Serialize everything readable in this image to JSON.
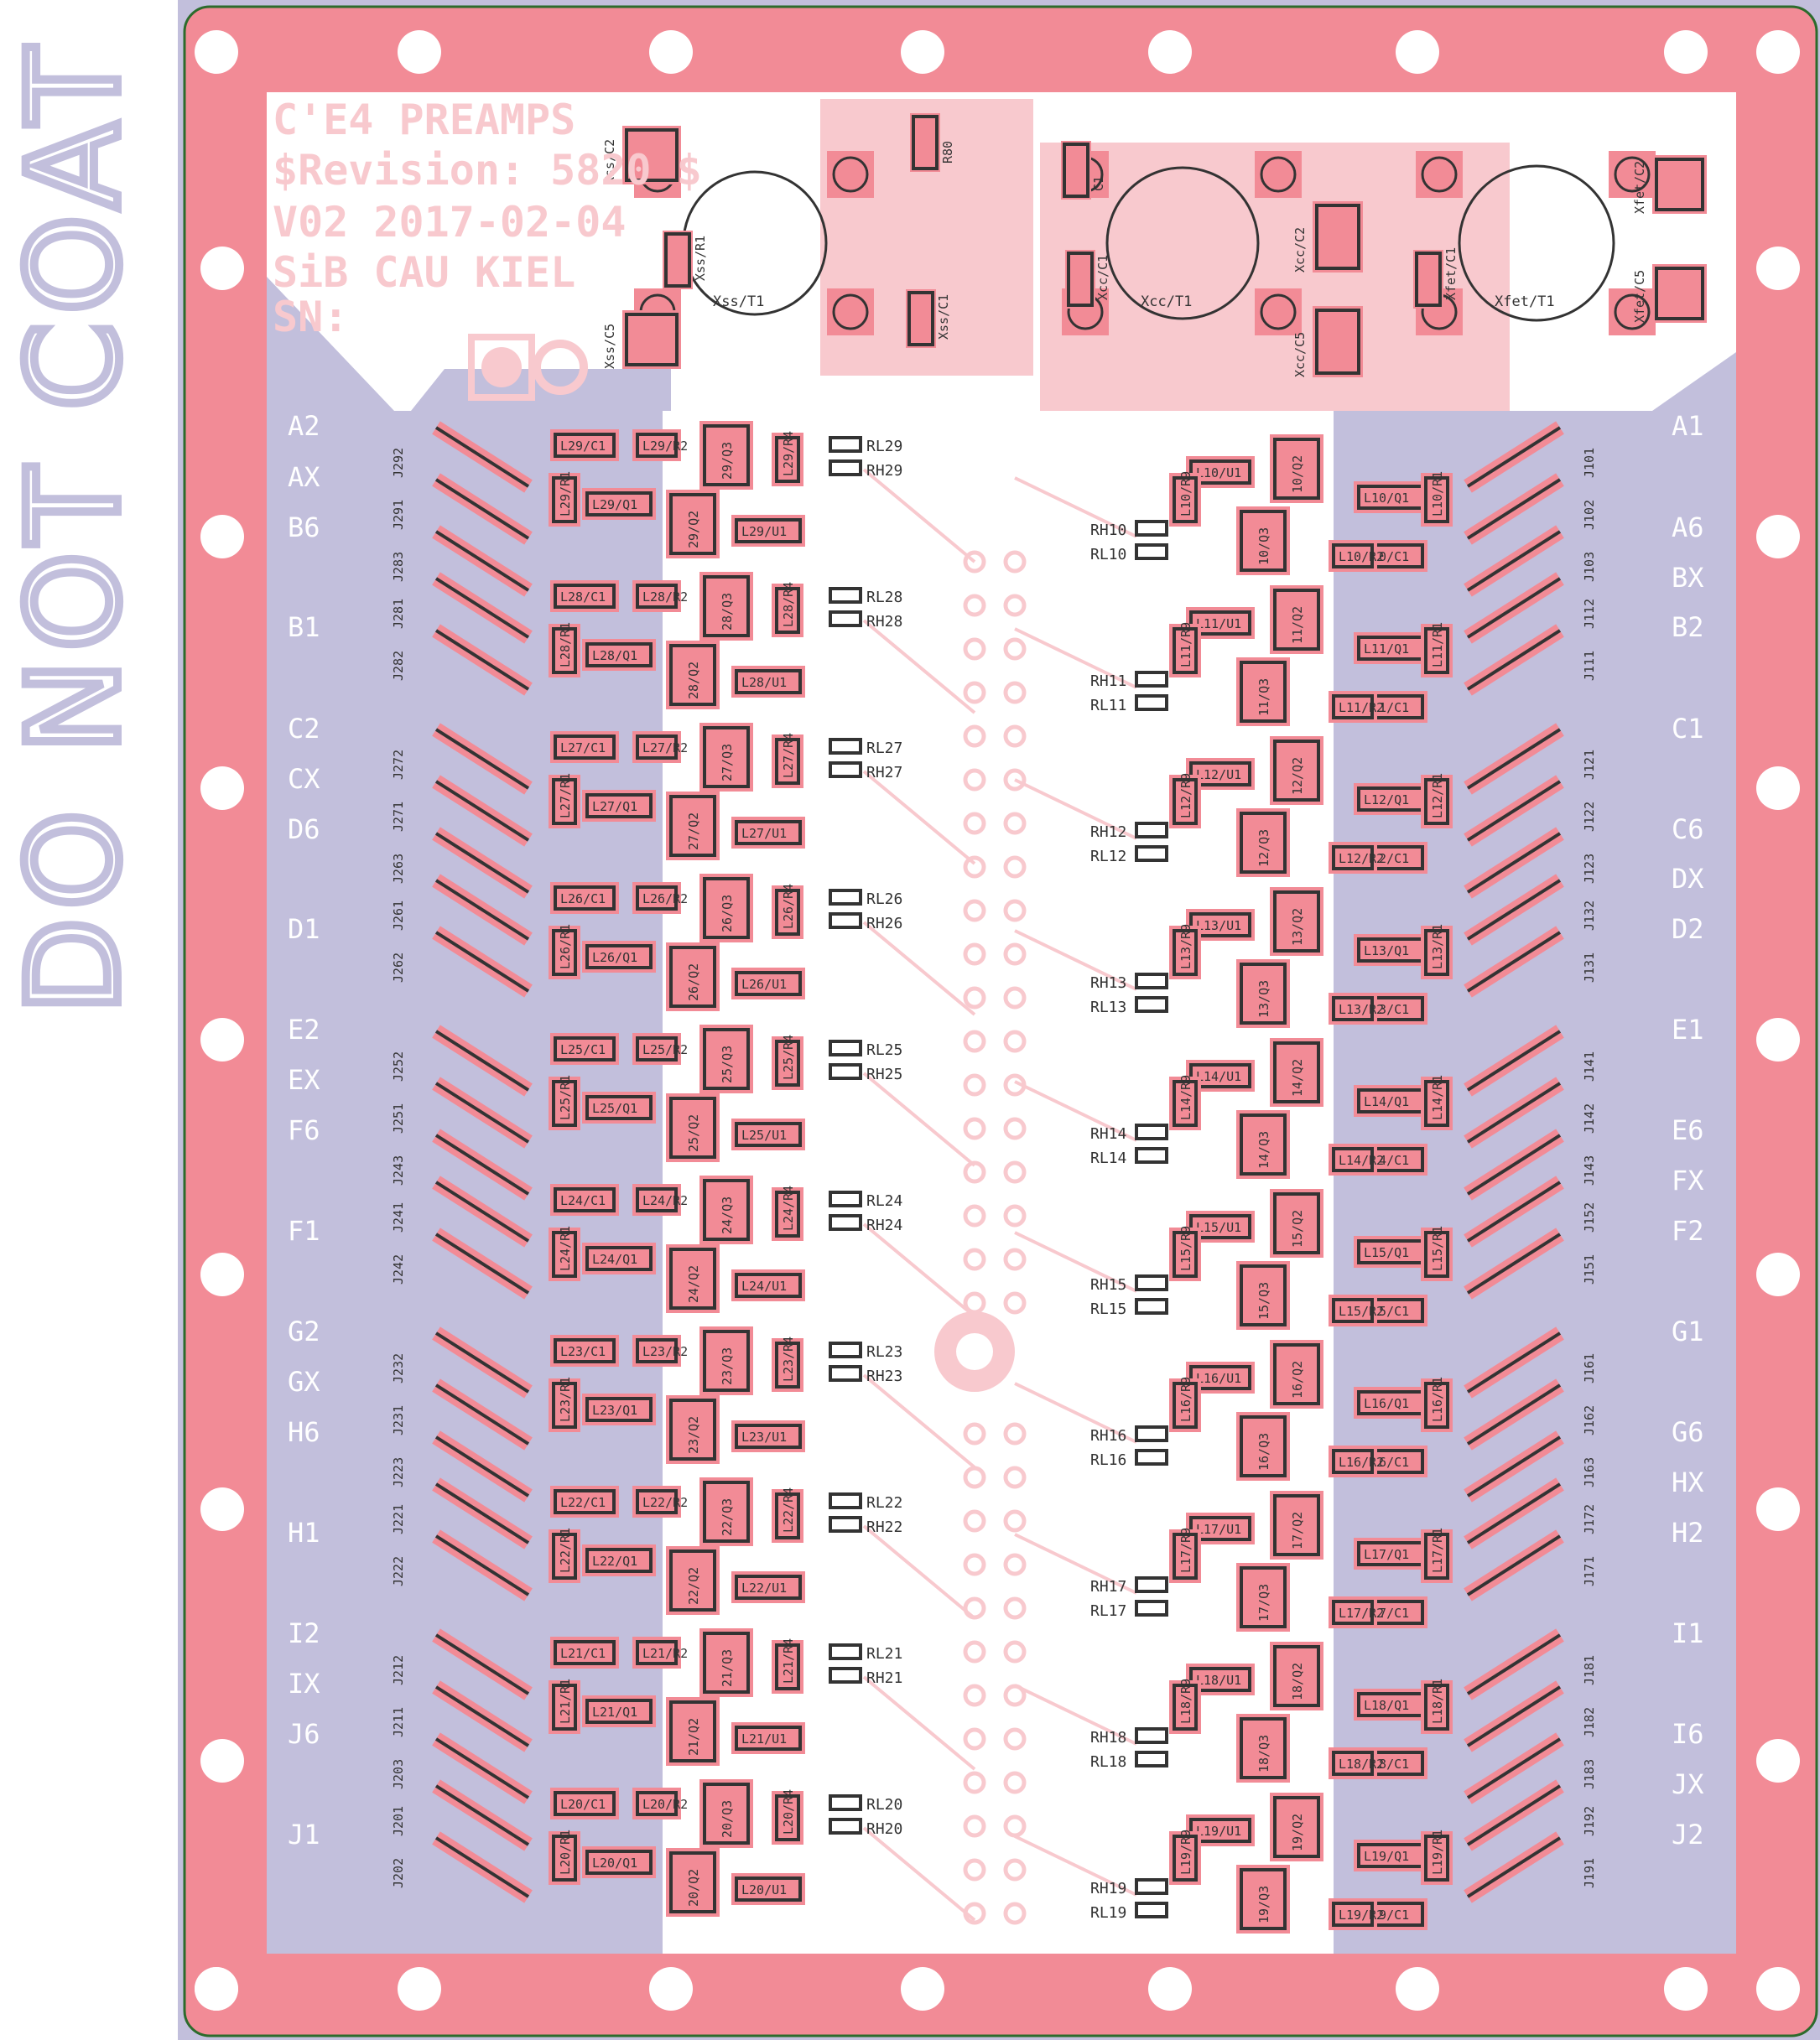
{
  "side_text": "DO NOT COAT",
  "board_header": {
    "line1": "C'E4 PREAMPS",
    "line2": "$Revision: 5820 $",
    "line3": "V02 2017-02-04",
    "line4": "SiB CAU KIEL",
    "line5": "SN:"
  },
  "top_components": [
    "Xss/C2",
    "Xss/C5",
    "Xss/R1",
    "Xss/T1",
    "Xss/C1",
    "R80",
    "C1",
    "Xcc/C1",
    "Xcc/T1",
    "Xcc/C2",
    "Xcc/C5",
    "Xfet/C1",
    "Xfet/T1",
    "Xfet/C2",
    "Xfet/C5"
  ],
  "left_pads": [
    "A2",
    "AX",
    "B6",
    "B1",
    "C2",
    "CX",
    "D6",
    "D1",
    "E2",
    "EX",
    "F6",
    "F1",
    "G2",
    "GX",
    "H6",
    "H1",
    "I2",
    "IX",
    "J6",
    "J1"
  ],
  "right_pads": [
    "A1",
    "A6",
    "BX",
    "B2",
    "C1",
    "C6",
    "DX",
    "D2",
    "E1",
    "E6",
    "FX",
    "F2",
    "G1",
    "G6",
    "HX",
    "H2",
    "I1",
    "I6",
    "JX",
    "J2"
  ],
  "left_channels": [
    29,
    28,
    27,
    26,
    25,
    24,
    23,
    22,
    21,
    20
  ],
  "right_channels": [
    10,
    11,
    12,
    13,
    14,
    15,
    16,
    17,
    18,
    19
  ],
  "left_connectors": [
    [
      "J292",
      "J291",
      "J283"
    ],
    [
      "J281",
      "J282"
    ],
    [
      "J272",
      "J271",
      "J263"
    ],
    [
      "J261",
      "J262"
    ],
    [
      "J252",
      "J251",
      "J243"
    ],
    [
      "J241",
      "J242"
    ],
    [
      "J232",
      "J231",
      "J223"
    ],
    [
      "J221",
      "J222"
    ],
    [
      "J212",
      "J211",
      "J203"
    ],
    [
      "J201",
      "J202"
    ]
  ],
  "right_connectors": [
    [
      "J101",
      "J102",
      "J103"
    ],
    [
      "J112",
      "J111"
    ],
    [
      "J121",
      "J122",
      "J123"
    ],
    [
      "J132",
      "J131"
    ],
    [
      "J141",
      "J142",
      "J143"
    ],
    [
      "J152",
      "J151"
    ],
    [
      "J161",
      "J162",
      "J163"
    ],
    [
      "J172",
      "J171"
    ],
    [
      "J181",
      "J182",
      "J183"
    ],
    [
      "J192",
      "J191"
    ]
  ],
  "colors": {
    "board_pink": "#f28b96",
    "light_pink": "#f8c9ce",
    "lavender": "#c2bfdc",
    "outline_dark": "#333333",
    "edge_green": "#2c6b2c",
    "white_text": "#ffffff"
  }
}
